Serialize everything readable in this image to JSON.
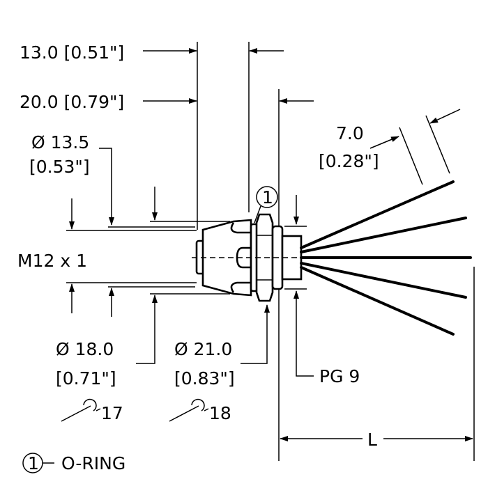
{
  "dimensions": {
    "d1": {
      "mm": "13.0",
      "inch": "[0.51\"]"
    },
    "d2": {
      "mm": "20.0",
      "inch": "[0.79\"]"
    },
    "dia135": {
      "mm": "Ø 13.5",
      "inch": "[0.53\"]"
    },
    "thread": "M12 x 1",
    "dia180": {
      "mm": "Ø 18.0",
      "inch": "[0.71\"]",
      "wrench": "17"
    },
    "dia210": {
      "mm": "Ø 21.0",
      "inch": "[0.83\"]",
      "wrench": "18"
    },
    "strip": {
      "mm": "7.0",
      "inch": "[0.28\"]"
    },
    "gland": "PG 9",
    "length": "L"
  },
  "callout": {
    "number": "1",
    "label": "O-RING"
  },
  "icons": [
    "wrench-icon",
    "arrow-icon"
  ]
}
